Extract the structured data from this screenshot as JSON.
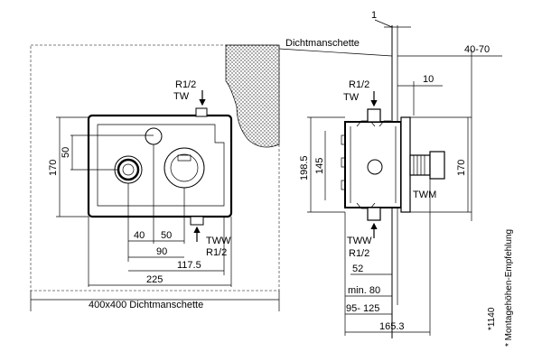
{
  "front_view": {
    "top_conn_label": "R1/2",
    "top_conn_code": "TW",
    "bottom_conn_code": "TWW",
    "bottom_conn_label": "R1/2",
    "dim_height": "170",
    "dim_offset": "50",
    "dim_40": "40",
    "dim_50": "50",
    "dim_90": "90",
    "dim_117": "117.5",
    "dim_225": "225",
    "seal_label": "400x400  Dichtmanschette"
  },
  "side_view": {
    "seal_label": "Dichtmanschette",
    "dim_1": "1",
    "dim_40_70": "40-70",
    "dim_10": "10",
    "top_conn_label": "R1/2",
    "top_conn_code": "TW",
    "dim_198": "198.5",
    "dim_145": "145",
    "dim_170": "170",
    "outlet_code": "TWM",
    "bottom_conn_code": "TWW",
    "bottom_conn_label": "R1/2",
    "dim_52": "52",
    "dim_min80": "min. 80",
    "dim_95_125": "95- 125",
    "dim_165": "165.3"
  },
  "notes": {
    "height_mark": "*1140",
    "height_note": "*  Montagehöhen-Empfehlung"
  }
}
